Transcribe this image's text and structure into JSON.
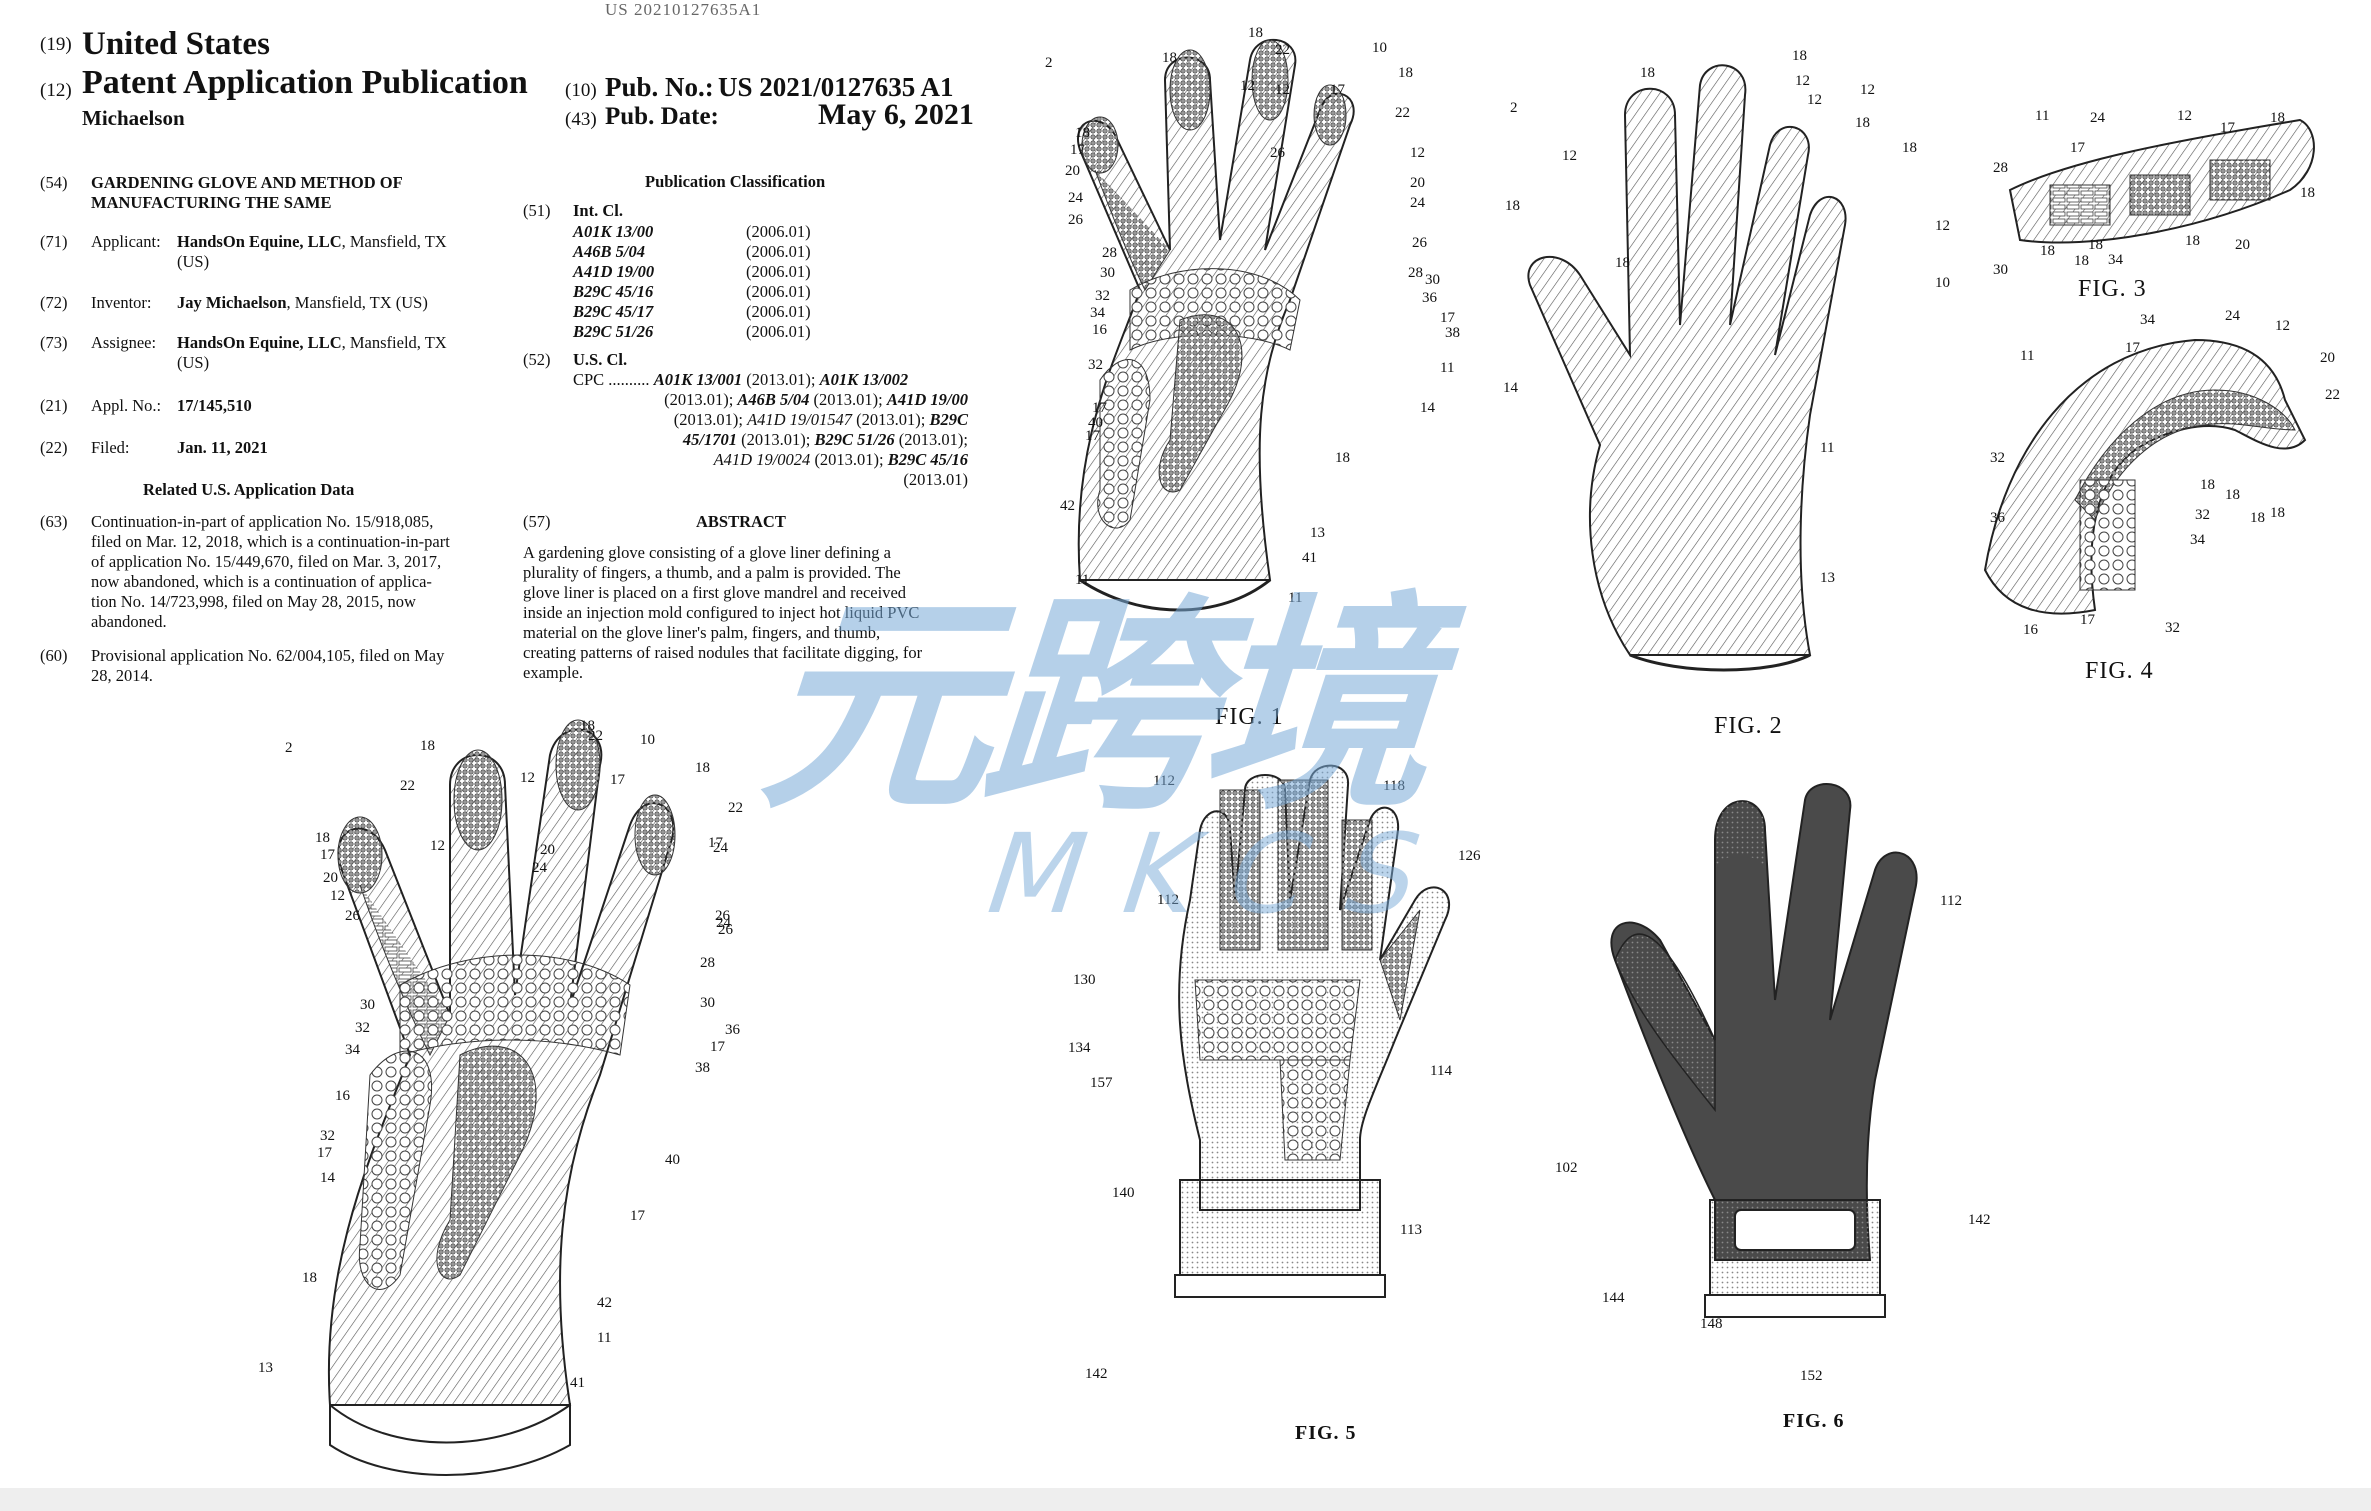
{
  "header": {
    "top_number": "US 20210127635A1",
    "code19": "(19)",
    "country": "United States",
    "code12": "(12)",
    "pub_type": "Patent Application Publication",
    "inventor_short": "Michaelson",
    "code10": "(10)",
    "pub_no_label": "Pub. No.:",
    "pub_no": "US 2021/0127635 A1",
    "code43": "(43)",
    "pub_date_label": "Pub. Date:",
    "pub_date": "May 6, 2021"
  },
  "left": {
    "f54_code": "(54)",
    "f54_l1": "GARDENING GLOVE AND METHOD OF",
    "f54_l2": "MANUFACTURING THE SAME",
    "f71_code": "(71)",
    "f71_label": "Applicant:",
    "f71_l1a": "HandsOn Equine, LLC",
    "f71_l1b": ", Mansfield, TX",
    "f71_l2": "(US)",
    "f72_code": "(72)",
    "f72_label": "Inventor:",
    "f72_a": "Jay Michaelson",
    "f72_b": ", Mansfield, TX (US)",
    "f73_code": "(73)",
    "f73_label": "Assignee:",
    "f73_l1a": "HandsOn Equine, LLC",
    "f73_l1b": ", Mansfield, TX",
    "f73_l2": "(US)",
    "f21_code": "(21)",
    "f21_label": "Appl. No.:",
    "f21_value": "17/145,510",
    "f22_code": "(22)",
    "f22_label": "Filed:",
    "f22_value": "Jan. 11, 2021",
    "related_title": "Related U.S. Application Data",
    "f63_code": "(63)",
    "f63_lines": [
      "Continuation-in-part of application No. 15/918,085,",
      "filed on Mar. 12, 2018, which is a continuation-in-part",
      "of application No. 15/449,670, filed on Mar. 3, 2017,",
      "now abandoned, which is a continuation of applica-",
      "tion No. 14/723,998, filed on May 28, 2015, now",
      "abandoned."
    ],
    "f60_code": "(60)",
    "f60_l1": "Provisional application No. 62/004,105, filed on May",
    "f60_l2": "28, 2014."
  },
  "right": {
    "pubclass_title": "Publication Classification",
    "f51_code": "(51)",
    "f51_label": "Int. Cl.",
    "int_cl": [
      {
        "code": "A01K 13/00",
        "year": "(2006.01)"
      },
      {
        "code": "A46B 5/04",
        "year": "(2006.01)"
      },
      {
        "code": "A41D 19/00",
        "year": "(2006.01)"
      },
      {
        "code": "B29C 45/16",
        "year": "(2006.01)"
      },
      {
        "code": "B29C 45/17",
        "year": "(2006.01)"
      },
      {
        "code": "B29C 51/26",
        "year": "(2006.01)"
      }
    ],
    "f52_code": "(52)",
    "f52_label": "U.S. Cl.",
    "cpc_label": "CPC ..........",
    "cpc_l1a": "A01K 13/001",
    "cpc_l1b": " (2013.01); ",
    "cpc_l1c": "A01K 13/002",
    "cpc_l2a": "(2013.01); ",
    "cpc_l2b": "A46B 5/04",
    "cpc_l2c": " (2013.01); ",
    "cpc_l2d": "A41D 19/00",
    "cpc_l3a": "(2013.01); ",
    "cpc_l3b": "A41D 19/01547",
    "cpc_l3c": " (2013.01); ",
    "cpc_l3d": "B29C",
    "cpc_l4a": "45/1701",
    "cpc_l4b": " (2013.01); ",
    "cpc_l4c": "B29C 51/26",
    "cpc_l4d": " (2013.01);",
    "cpc_l5a": "A41D 19/0024",
    "cpc_l5b": " (2013.01); ",
    "cpc_l5c": "B29C 45/16",
    "cpc_l6": "(2013.01)",
    "f57_code": "(57)",
    "abstract_title": "ABSTRACT",
    "abstract_lines": [
      "A gardening glove consisting of a glove liner defining a",
      "plurality of fingers, a thumb, and a palm is provided. The",
      "glove liner is placed on a first glove mandrel and received",
      "inside an injection mold configured to inject hot liquid PVC",
      "material on the glove liner's palm, fingers, and thumb,",
      "creating patterns of raised nodules that facilitate digging, for",
      "example."
    ]
  },
  "figures": {
    "fig1": "FIG. 1",
    "fig2": "FIG. 2",
    "fig3": "FIG. 3",
    "fig4": "FIG. 4",
    "fig5": "FIG. 5",
    "fig6": "FIG. 6"
  },
  "refs": {
    "fig1": [
      "2",
      "18",
      "18",
      "22",
      "10",
      "18",
      "12",
      "12",
      "17",
      "22",
      "18",
      "17",
      "12",
      "26",
      "20",
      "20",
      "24",
      "24",
      "26",
      "28",
      "26",
      "30",
      "28",
      "30",
      "32",
      "36",
      "34",
      "17",
      "16",
      "38",
      "32",
      "11",
      "17",
      "40",
      "14",
      "17",
      "18",
      "42",
      "13",
      "41",
      "11",
      "11"
    ],
    "fig2": [
      "2",
      "18",
      "18",
      "12",
      "12",
      "18",
      "12",
      "18",
      "12",
      "18",
      "18",
      "12",
      "10",
      "14",
      "11",
      "13"
    ],
    "fig3": [
      "28",
      "11",
      "24",
      "12",
      "17",
      "18",
      "17",
      "18",
      "18",
      "30",
      "18",
      "34",
      "18",
      "20",
      "18"
    ],
    "fig4": [
      "34",
      "24",
      "12",
      "11",
      "17",
      "20",
      "22",
      "32",
      "18",
      "18",
      "18",
      "36",
      "32",
      "34",
      "18",
      "16",
      "17",
      "32"
    ],
    "figL": [
      "2",
      "18",
      "18",
      "22",
      "10",
      "18",
      "22",
      "12",
      "17",
      "22",
      "18",
      "17",
      "12",
      "17",
      "20",
      "24",
      "12",
      "26",
      "26",
      "20",
      "24",
      "24",
      "26",
      "28",
      "30",
      "30",
      "32",
      "36",
      "34",
      "17",
      "16",
      "38",
      "32",
      "17",
      "40",
      "14",
      "17",
      "18",
      "42",
      "13",
      "11",
      "41",
      "11"
    ],
    "fig5": [
      "112",
      "118",
      "126",
      "112",
      "130",
      "134",
      "114",
      "157",
      "140",
      "113",
      "142"
    ],
    "fig6": [
      "112",
      "102",
      "142",
      "144",
      "148",
      "152"
    ]
  },
  "watermark": {
    "chars": "元跨境",
    "latin": "MKCS"
  }
}
